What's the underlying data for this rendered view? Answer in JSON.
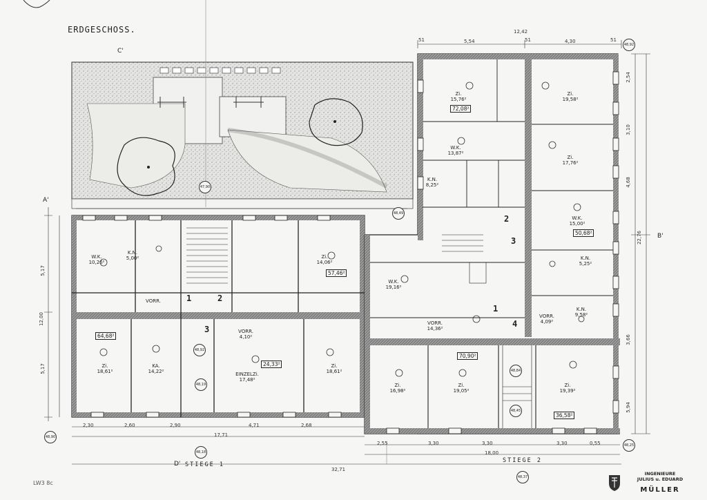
{
  "title": "ERDGESCHOSS.",
  "stairs": {
    "stiege1": "STIEGE 1",
    "stiege2": "STIEGE 2"
  },
  "stair_numbers": [
    "1",
    "2",
    "3",
    "2",
    "3",
    "1",
    "4"
  ],
  "section_marks": {
    "a": "A'",
    "b": "B'",
    "c": "C'",
    "d": "D'"
  },
  "rooms": [
    {
      "name": "W.K.",
      "area": "10,26²"
    },
    {
      "name": "K.N.",
      "area": "5,00²"
    },
    {
      "name": "Zi.",
      "area": "14,06²"
    },
    {
      "name": "VORR.",
      "area": ""
    },
    {
      "name": "Zi.",
      "area": "18,61²"
    },
    {
      "name": "KA.",
      "area": "14,22²"
    },
    {
      "name": "VORR.",
      "area": "4,10²"
    },
    {
      "name": "EINZELZi.",
      "area": "17,48²"
    },
    {
      "name": "Zi.",
      "area": "18,61²"
    },
    {
      "name": "W.K.",
      "area": "19,16²"
    },
    {
      "name": "VORR.",
      "area": "14,36²"
    },
    {
      "name": "Zi.",
      "area": "16,98²"
    },
    {
      "name": "Zi.",
      "area": "19,05²"
    },
    {
      "name": "Zi.",
      "area": "19,39²"
    },
    {
      "name": "Zi.",
      "area": "15,76²"
    },
    {
      "name": "W.K.",
      "area": "13,87²"
    },
    {
      "name": "K.N.",
      "area": "8,25²"
    },
    {
      "name": "Zi.",
      "area": "19,58²"
    },
    {
      "name": "Zi.",
      "area": "17,76²"
    },
    {
      "name": "W.K.",
      "area": "15,00²"
    },
    {
      "name": "K.N.",
      "area": "5,25²"
    },
    {
      "name": "VORR.",
      "area": "4,09²"
    },
    {
      "name": "K.N.",
      "area": "9,58²"
    }
  ],
  "apartment_areas": [
    "57,46²",
    "64,68²",
    "24,33²",
    "70,90²",
    "72,08²",
    "50,68²",
    "36,58²"
  ],
  "dimensions_top": [
    "51",
    "5,54",
    "51",
    "4,30",
    "51",
    "12,42"
  ],
  "dimensions_left": [
    "5,17",
    "12,00",
    "5,17"
  ],
  "dimensions_bottom": [
    "2,30",
    "2,60",
    "2,90",
    "4,71",
    "2,68",
    "17,71",
    "2,55",
    "3,30",
    "3,30",
    "3,30",
    "0,55",
    "18,00",
    "32,71"
  ],
  "dimensions_right": [
    "2,54",
    "3,10",
    "4,68",
    "22,76",
    "3,66",
    "5,94"
  ],
  "level_marks": [
    "48,92",
    "48,90",
    "48,92",
    "48,49",
    "48,45",
    "48,84",
    "48,25",
    "48,19",
    "48,37",
    "48,18",
    "47,90"
  ],
  "bottom_left_note": "LW3 8c",
  "stamp": {
    "line1": "INGENIEURE",
    "line2": "JULIUS u. EDUARD",
    "name": "MÜLLER"
  },
  "colors": {
    "ink": "#222222",
    "paper": "#f6f6f4",
    "wall": "#8a8a8a",
    "garden": "#c8c8c8"
  }
}
